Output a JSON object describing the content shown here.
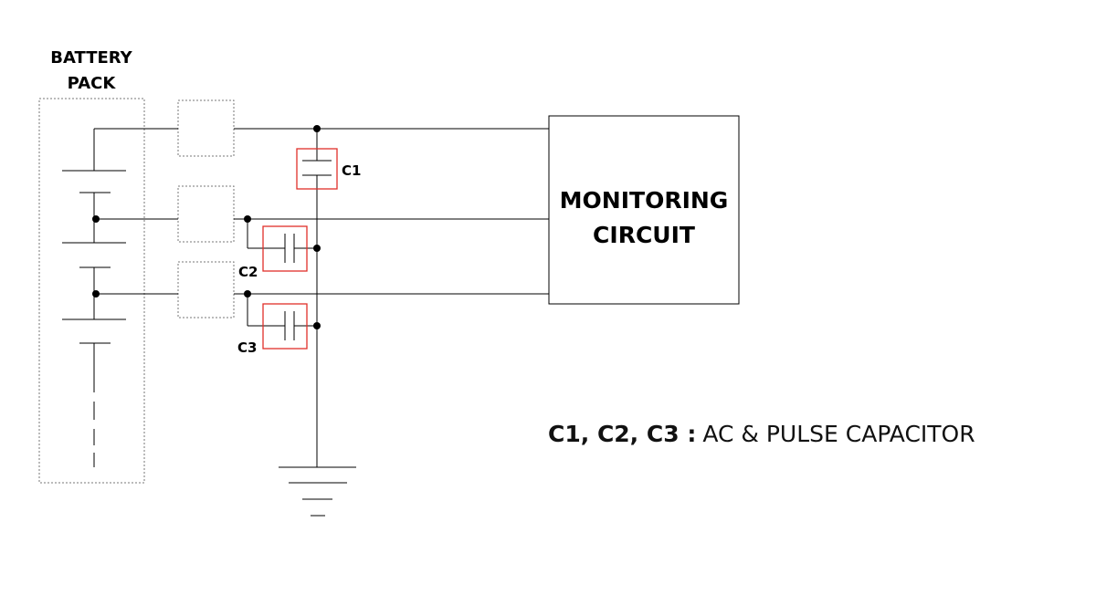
{
  "battery": {
    "label_line1": "BATTERY",
    "label_line2": "PACK"
  },
  "monitor": {
    "label_line1": "MONITORING",
    "label_line2": "CIRCUIT"
  },
  "capacitors": {
    "c1": "C1",
    "c2": "C2",
    "c3": "C3"
  },
  "legend": {
    "names": "C1, C2, C3 :",
    "description": "AC & PULSE CAPACITOR"
  },
  "colors": {
    "capacitor_highlight": "#e0302a",
    "wire": "#000000",
    "connector_outline": "#777777"
  }
}
